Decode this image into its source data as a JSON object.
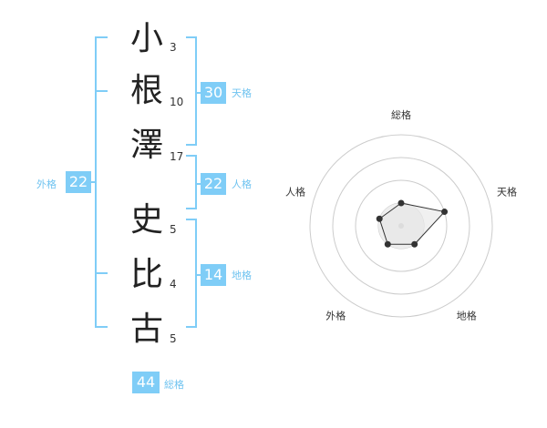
{
  "name": {
    "characters": [
      {
        "char": "小",
        "strokes": "3"
      },
      {
        "char": "根",
        "strokes": "10"
      },
      {
        "char": "澤",
        "strokes": "17"
      },
      {
        "char": "史",
        "strokes": "5"
      },
      {
        "char": "比",
        "strokes": "4"
      },
      {
        "char": "古",
        "strokes": "5"
      }
    ]
  },
  "fortunes": {
    "tenkaku": {
      "value": "30",
      "label": "天格"
    },
    "jinkaku": {
      "value": "22",
      "label": "人格"
    },
    "chikaku": {
      "value": "14",
      "label": "地格"
    },
    "gaikaku": {
      "value": "22",
      "label": "外格"
    },
    "soukaku": {
      "value": "44",
      "label": "総格"
    }
  },
  "chart_data": {
    "type": "radar",
    "axes": [
      "総格",
      "天格",
      "地格",
      "外格",
      "人格"
    ],
    "values": [
      1,
      2,
      1,
      1,
      1
    ],
    "range": [
      0,
      4
    ],
    "rings": 4,
    "colors": {
      "accent": "#7fcdf7",
      "fill": "#eeeeee",
      "line": "#333333",
      "ring": "#cccccc"
    }
  }
}
